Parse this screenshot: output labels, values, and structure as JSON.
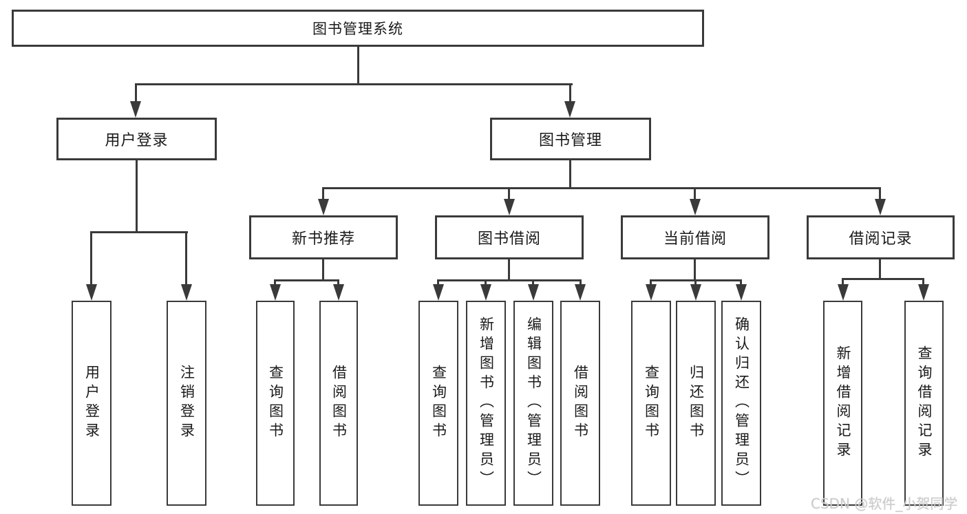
{
  "diagram_type": "hierarchy-tree",
  "colors": {
    "line": "#3a3a3a",
    "text": "#1a1a1a",
    "background": "#ffffff",
    "watermark": "#cdcdcd"
  },
  "watermark": {
    "text": "CSDN @软件_小贺同学"
  },
  "tree": {
    "label": "图书管理系统",
    "children": [
      {
        "label": "用户登录",
        "children": [
          {
            "label": "用户登录"
          },
          {
            "label": "注销登录"
          }
        ]
      },
      {
        "label": "图书管理",
        "children": [
          {
            "label": "新书推荐",
            "children": [
              {
                "label": "查询图书"
              },
              {
                "label": "借阅图书"
              }
            ]
          },
          {
            "label": "图书借阅",
            "children": [
              {
                "label": "查询图书"
              },
              {
                "label": "新增图书（管理员）"
              },
              {
                "label": "编辑图书（管理员）"
              },
              {
                "label": "借阅图书"
              }
            ]
          },
          {
            "label": "当前借阅",
            "children": [
              {
                "label": "查询图书"
              },
              {
                "label": "归还图书"
              },
              {
                "label": "确认归还（管理员）"
              }
            ]
          },
          {
            "label": "借阅记录",
            "children": [
              {
                "label": "新增借阅记录"
              },
              {
                "label": "查询借阅记录"
              }
            ]
          }
        ]
      }
    ]
  }
}
